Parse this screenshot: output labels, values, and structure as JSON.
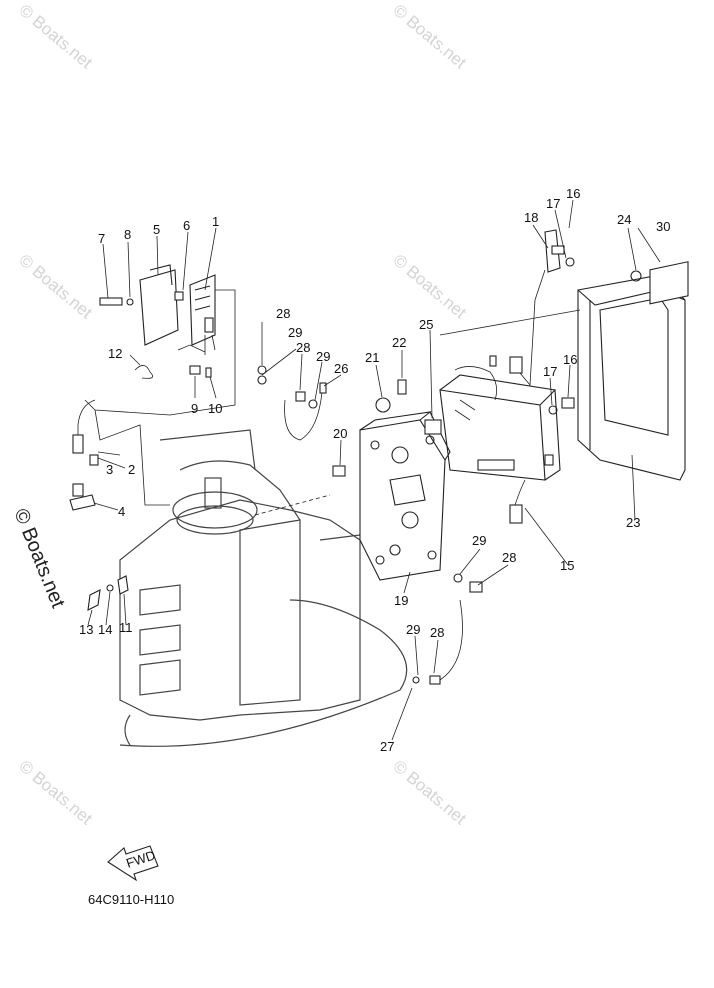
{
  "watermark": "© Boats.net",
  "diagram_code": "64C9110-H110",
  "fwd_label": "FWD",
  "callouts": {
    "n1": "1",
    "n2": "2",
    "n3": "3",
    "n4": "4",
    "n5": "5",
    "n6": "6",
    "n7": "7",
    "n8": "8",
    "n9": "9",
    "n10": "10",
    "n11": "11",
    "n12": "12",
    "n13": "13",
    "n14": "14",
    "n15": "15",
    "n16a": "16",
    "n16b": "16",
    "n17a": "17",
    "n17b": "17",
    "n18": "18",
    "n19": "19",
    "n20": "20",
    "n21": "21",
    "n22": "22",
    "n23": "23",
    "n24": "24",
    "n25": "25",
    "n26": "26",
    "n27": "27",
    "n28a": "28",
    "n28b": "28",
    "n28c": "28",
    "n28d": "28",
    "n29a": "29",
    "n29b": "29",
    "n29c": "29",
    "n29d": "29",
    "n30": "30"
  }
}
